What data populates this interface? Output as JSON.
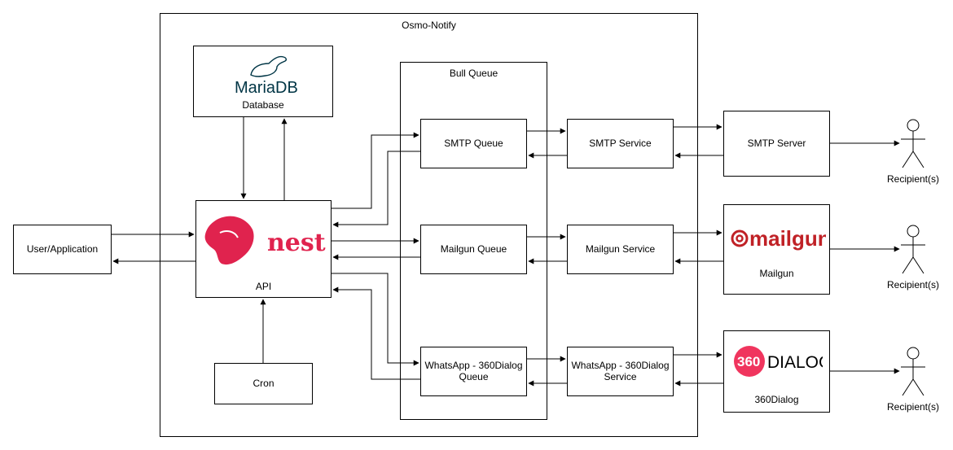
{
  "diagram": {
    "outer_title": "Osmo-Notify",
    "queue_title": "Bull Queue",
    "nodes": {
      "user_app": "User/Application",
      "database": "Database",
      "api": "API",
      "cron": "Cron",
      "smtp_queue": "SMTP Queue",
      "mailgun_queue": "Mailgun Queue",
      "whatsapp_queue": "WhatsApp - 360Dialog Queue",
      "smtp_service": "SMTP Service",
      "mailgun_service": "Mailgun Service",
      "whatsapp_service": "WhatsApp - 360Dialog Service",
      "smtp_server": "SMTP Server",
      "mailgun": "Mailgun",
      "dialog360": "360Dialog"
    },
    "recipients": [
      "Recipient(s)",
      "Recipient(s)",
      "Recipient(s)"
    ],
    "logos": {
      "mariadb": "MariaDB",
      "nest": "nest",
      "mailgun": "mailgun",
      "dialog_360": "360",
      "dialog_word": "DIALOG"
    },
    "colors": {
      "nest": "#e0234e",
      "mariadb": "#003545",
      "mailgun": "#c02126",
      "dialog360": "#f0355e"
    }
  }
}
